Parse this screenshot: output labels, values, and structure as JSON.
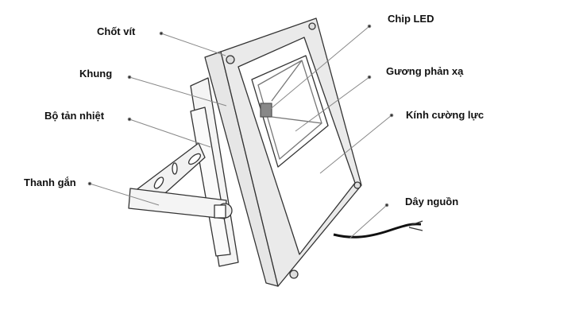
{
  "labels": {
    "chot_vit": "Chốt vít",
    "khung": "Khung",
    "bo_tan_nhiet": "Bộ tản nhiệt",
    "thanh_gan": "Thanh gắn",
    "chip_led": "Chip LED",
    "guong_phan_xa": "Gương phản xạ",
    "kinh_cuong_luc": "Kính cường lực",
    "day_nguon": "Dây nguồn"
  }
}
